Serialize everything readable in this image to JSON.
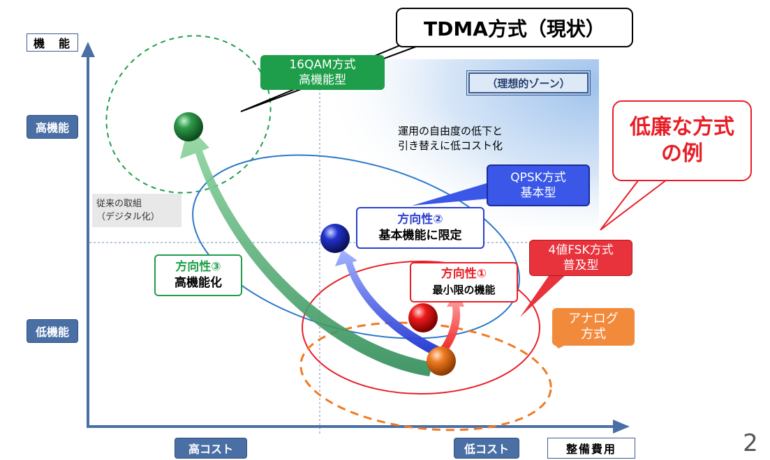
{
  "axis": {
    "y_title": "機　能",
    "x_title": "整備費用"
  },
  "y_levels": {
    "high": "高機能",
    "low": "低機能"
  },
  "x_levels": {
    "high_cost": "高コスト",
    "low_cost": "低コスト"
  },
  "ideal_zone": "（理想的ゾーン）",
  "ideal_note": "運用の自由度の低下と\n引き替えに低コスト化",
  "previous_effort": "従来の取組\n（デジタル化）",
  "tdma_title": "TDMA方式（現状）",
  "low_cost_examples": "低廉な方式\nの例",
  "systems": {
    "qam16": "16QAM方式\n高機能型",
    "qpsk": "QPSK方式\n基本型",
    "fsk4": "4値FSK方式\n普及型",
    "analog": "アナログ\n方式"
  },
  "directions": {
    "d1_title": "方向性①",
    "d1_text": "最小限の機能",
    "d2_title": "方向性②",
    "d2_text": "基本機能に限定",
    "d3_title": "方向性③",
    "d3_text": "高機能化"
  },
  "page_number": "2",
  "colors": {
    "axis": "#4a6fa5",
    "green": "#1e9e4a",
    "blue": "#3a57e8",
    "red": "#e8323c",
    "orange": "#f28a3c",
    "ideal_zone": "#c8dcf4"
  }
}
